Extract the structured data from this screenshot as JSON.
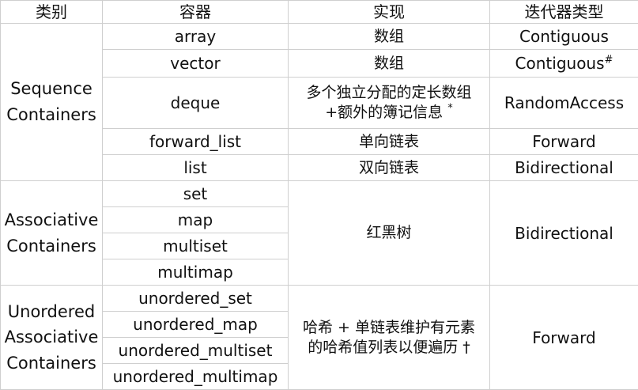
{
  "headers": {
    "category": "类别",
    "container": "容器",
    "implementation": "实现",
    "iterator": "迭代器类型"
  },
  "groups": {
    "sequence": {
      "label_line1": "Sequence",
      "label_line2": "Containers",
      "rows": [
        {
          "container": "array",
          "implementation": "数组",
          "iterator": "Contiguous"
        },
        {
          "container": "vector",
          "implementation": "数组",
          "iterator": "Contiguous",
          "iterator_mark": "#"
        },
        {
          "container": "deque",
          "implementation_line1": "多个独立分配的定长数组",
          "implementation_line2": "+额外的簿记信息",
          "implementation_mark": "*",
          "iterator": "RandomAccess"
        },
        {
          "container": "forward_list",
          "implementation": "单向链表",
          "iterator": "Forward"
        },
        {
          "container": "list",
          "implementation": "双向链表",
          "iterator": "Bidirectional"
        }
      ]
    },
    "associative": {
      "label_line1": "Associative",
      "label_line2": "Containers",
      "containers": [
        "set",
        "map",
        "multiset",
        "multimap"
      ],
      "implementation": "红黑树",
      "iterator": "Bidirectional"
    },
    "unordered": {
      "label_line1": "Unordered",
      "label_line2": "Associative",
      "label_line3": "Containers",
      "containers": [
        "unordered_set",
        "unordered_map",
        "unordered_multiset",
        "unordered_multimap"
      ],
      "implementation_line1": "哈希 + 单链表维护有元素",
      "implementation_line2": "的哈希值列表以便遍历",
      "implementation_mark": "†",
      "iterator": "Forward"
    }
  }
}
